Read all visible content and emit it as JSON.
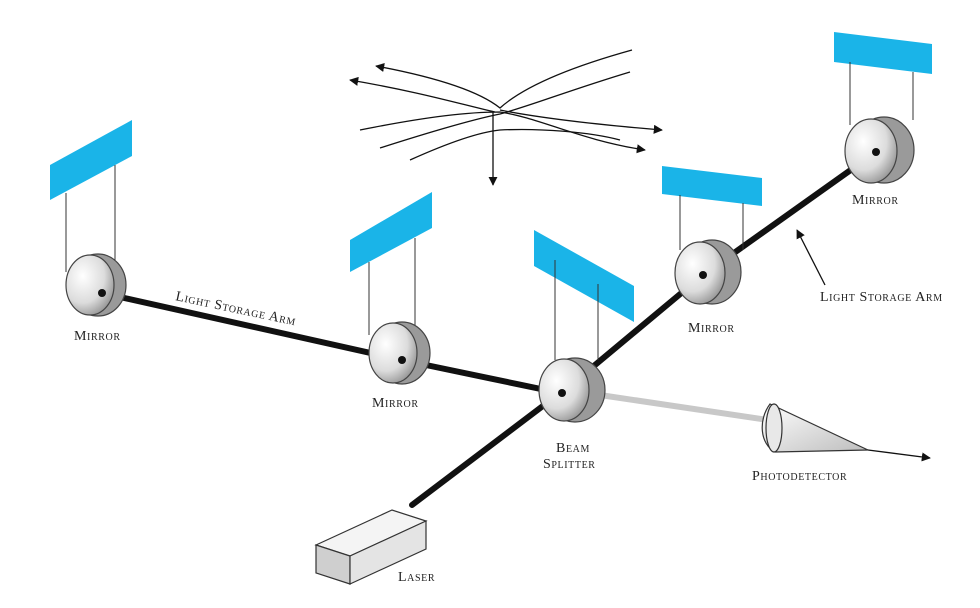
{
  "labels": {
    "mirror_far_left": "Mirror",
    "mirror_mid_left": "Mirror",
    "mirror_mid_right": "Mirror",
    "mirror_far_right": "Mirror",
    "arm_left": "Light Storage Arm",
    "arm_right": "Light Storage Arm",
    "beam_splitter_line1": "Beam",
    "beam_splitter_line2": "Splitter",
    "photodetector": "Photodetector",
    "laser": "Laser"
  },
  "colors": {
    "panel": "#1ab4e8",
    "beam": "#111111",
    "output_beam": "#c8c8c8",
    "mirror_face": "#e6e6e6",
    "mirror_rim": "#9a9a9a"
  }
}
